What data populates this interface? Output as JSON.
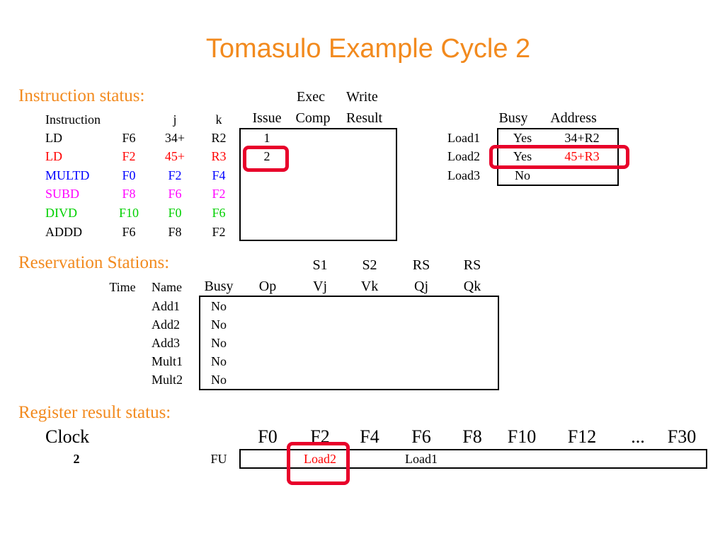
{
  "title": "Tomasulo Example Cycle 2",
  "instruction_status": {
    "heading": "Instruction status:",
    "col_headers": {
      "instruction": "Instruction",
      "j": "j",
      "k": "k",
      "issue": "Issue",
      "exec_comp_1": "Exec",
      "exec_comp_2": "Comp",
      "write_result_1": "Write",
      "write_result_2": "Result"
    },
    "rows": [
      {
        "op": "LD",
        "dest": "F6",
        "j": "34+",
        "k": "R2",
        "issue": "1",
        "color": "black"
      },
      {
        "op": "LD",
        "dest": "F2",
        "j": "45+",
        "k": "R3",
        "issue": "2",
        "color": "red"
      },
      {
        "op": "MULTD",
        "dest": "F0",
        "j": "F2",
        "k": "F4",
        "issue": "",
        "color": "blue"
      },
      {
        "op": "SUBD",
        "dest": "F8",
        "j": "F6",
        "k": "F2",
        "issue": "",
        "color": "magenta"
      },
      {
        "op": "DIVD",
        "dest": "F10",
        "j": "F0",
        "k": "F6",
        "issue": "",
        "color": "green"
      },
      {
        "op": "ADDD",
        "dest": "F6",
        "j": "F8",
        "k": "F2",
        "issue": "",
        "color": "black"
      }
    ]
  },
  "load_buffers": {
    "col_headers": {
      "busy": "Busy",
      "address": "Address"
    },
    "rows": [
      {
        "name": "Load1",
        "busy": "Yes",
        "address": "34+R2",
        "color": "black"
      },
      {
        "name": "Load2",
        "busy": "Yes",
        "address": "45+R3",
        "color": "red"
      },
      {
        "name": "Load3",
        "busy": "No",
        "address": "",
        "color": "black"
      }
    ]
  },
  "reservation_stations": {
    "heading": "Reservation Stations:",
    "col_headers": {
      "time": "Time",
      "name": "Name",
      "busy": "Busy",
      "op": "Op",
      "s1": "S1",
      "vj": "Vj",
      "s2": "S2",
      "vk": "Vk",
      "rs_qj_1": "RS",
      "rs_qj_2": "Qj",
      "rs_qk_1": "RS",
      "rs_qk_2": "Qk"
    },
    "rows": [
      {
        "name": "Add1",
        "busy": "No"
      },
      {
        "name": "Add2",
        "busy": "No"
      },
      {
        "name": "Add3",
        "busy": "No"
      },
      {
        "name": "Mult1",
        "busy": "No"
      },
      {
        "name": "Mult2",
        "busy": "No"
      }
    ]
  },
  "register_result_status": {
    "heading": "Register result status:",
    "clock_label": "Clock",
    "clock_value": "2",
    "fu_label": "FU",
    "registers": [
      "F0",
      "F2",
      "F4",
      "F6",
      "F8",
      "F10",
      "F12",
      "...",
      "F30"
    ],
    "fu_values": [
      "",
      "Load2",
      "",
      "Load1",
      "",
      "",
      "",
      "",
      ""
    ],
    "fu_colors": [
      "black",
      "red",
      "black",
      "black",
      "black",
      "black",
      "black",
      "black",
      "black"
    ]
  },
  "highlight_color": "#e8002a",
  "accent_color": "#f28a1e"
}
